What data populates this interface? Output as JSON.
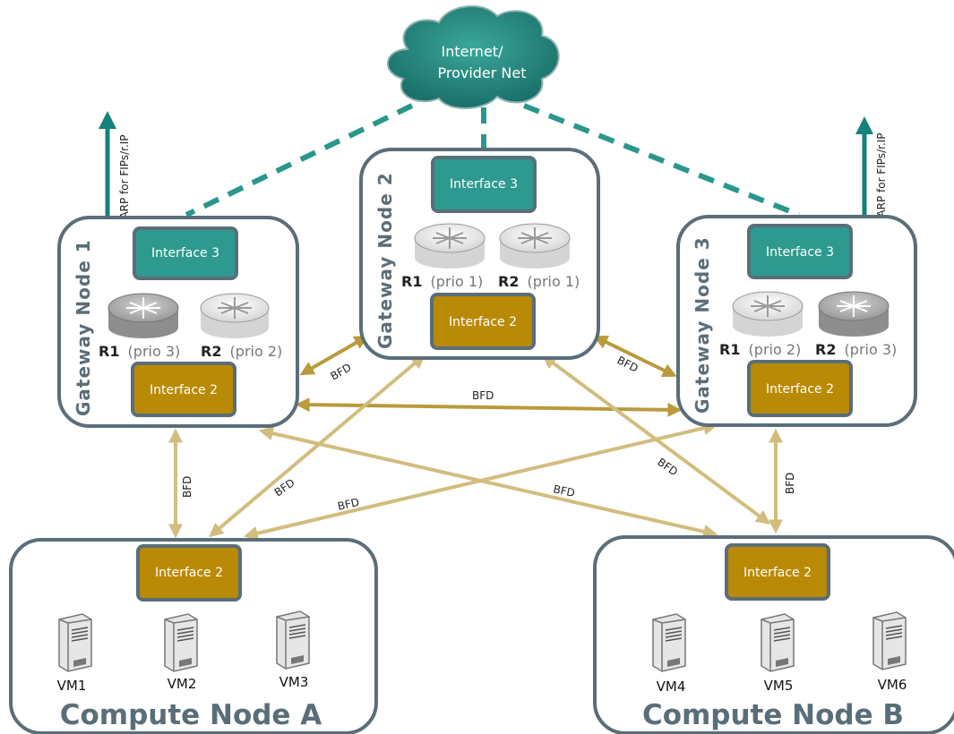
{
  "cloud": {
    "line1": "Internet/",
    "line2": "Provider Net"
  },
  "arp_label": "ARP/gARP for FIPs/r.IP",
  "bfd_label": "BFD",
  "gateways": [
    {
      "title": "Gateway Node 1",
      "iface3": "Interface 3",
      "iface2": "Interface 2",
      "r1": "R1",
      "r1_prio": "(prio 3)",
      "r2": "R2",
      "r2_prio": "(prio 2)"
    },
    {
      "title": "Gateway Node 2",
      "iface3": "Interface 3",
      "iface2": "Interface 2",
      "r1": "R1",
      "r1_prio": "(prio 1)",
      "r2": "R2",
      "r2_prio": "(prio 1)"
    },
    {
      "title": "Gateway Node 3",
      "iface3": "Interface 3",
      "iface2": "Interface 2",
      "r1": "R1",
      "r1_prio": "(prio 2)",
      "r2": "R2",
      "r2_prio": "(prio 3)"
    }
  ],
  "compute": [
    {
      "title": "Compute Node A",
      "iface2": "Interface 2",
      "vms": [
        "VM1",
        "VM2",
        "VM3"
      ]
    },
    {
      "title": "Compute Node B",
      "iface2": "Interface 2",
      "vms": [
        "VM4",
        "VM5",
        "VM6"
      ]
    }
  ],
  "colors": {
    "teal": "#2e9a8f",
    "gold": "#b98a05",
    "border": "#5a6e79",
    "bfd_line": "#d2bd7e",
    "bfd_line_dark": "#b99a3c",
    "cloud": "#1f7a73"
  }
}
